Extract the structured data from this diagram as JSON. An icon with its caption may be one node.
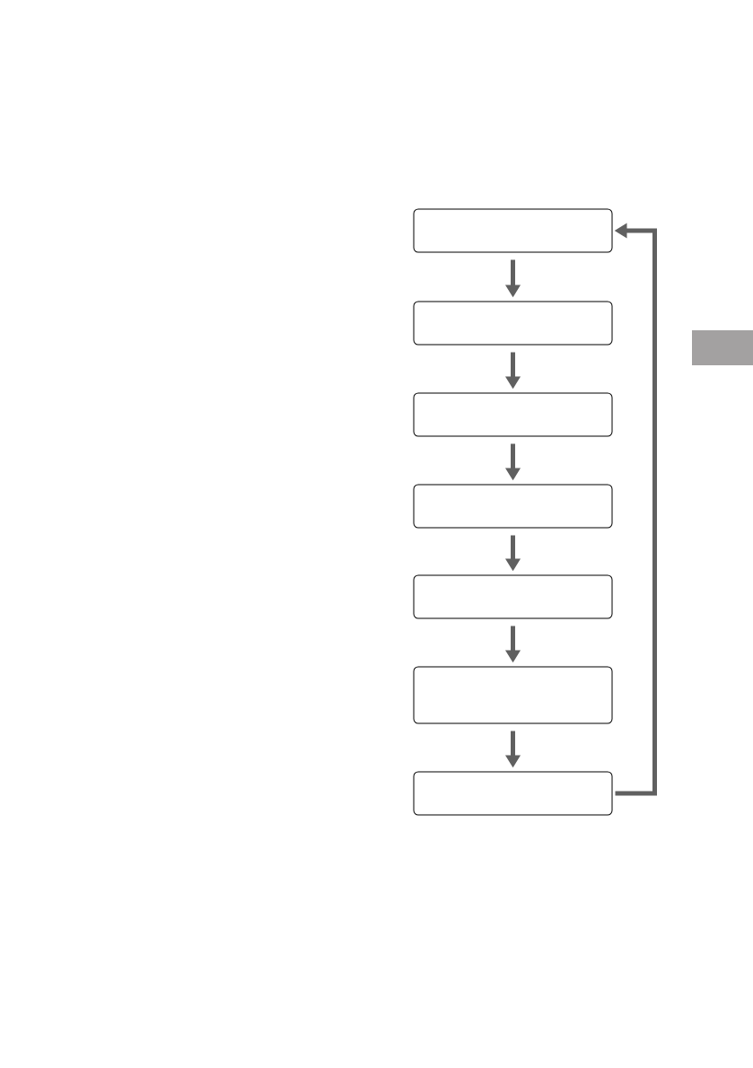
{
  "diagram": {
    "nodes": [
      {
        "text": [],
        "shape": "box"
      },
      {
        "text": [],
        "shape": "box"
      },
      {
        "text": [],
        "shape": "box"
      },
      {
        "text": [],
        "shape": "box"
      },
      {
        "text": [],
        "shape": "box"
      },
      {
        "text": [],
        "shape": "box"
      },
      {
        "text": [],
        "shape": "box"
      }
    ],
    "edges": [
      {
        "from": 0,
        "to": 1,
        "arrow": "to"
      },
      {
        "from": 1,
        "to": 2,
        "arrow": "to"
      },
      {
        "from": 2,
        "to": 3,
        "arrow": "to"
      },
      {
        "from": 3,
        "to": 4,
        "arrow": "to"
      },
      {
        "from": 4,
        "to": 5,
        "arrow": "to"
      },
      {
        "from": 5,
        "to": 6,
        "arrow": "to"
      },
      {
        "from": 6,
        "to": 0,
        "arrow": "to"
      }
    ]
  }
}
